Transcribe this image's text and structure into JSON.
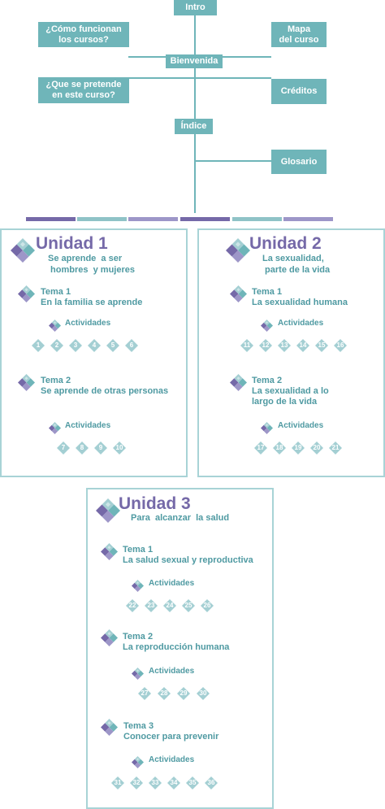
{
  "nav": {
    "intro": "Intro",
    "como": "¿Cómo funcionan\nlos cursos?",
    "mapa": "Mapa\ndel curso",
    "bienvenida": "Bienvenida",
    "pretende": "¿Que se pretende\nen este curso?",
    "creditos": "Créditos",
    "indice": "Índice",
    "glosario": "Glosario"
  },
  "colors": {
    "teal": "#6fb5b9",
    "purple": "#7569a8",
    "lightteal": "#a4cfd3",
    "border": "#a8d3d6"
  },
  "units": [
    {
      "title": "Unidad 1",
      "subtitle": "Se aprende  a ser\n hombres  y mujeres",
      "topics": [
        {
          "title": "Tema 1\nEn la familia se aprende",
          "activities_label": "Actividades",
          "activities": [
            "1",
            "2",
            "3",
            "4",
            "5",
            "6"
          ]
        },
        {
          "title": "Tema 2\nSe aprende de otras personas",
          "activities_label": "Actividades",
          "activities": [
            "7",
            "8",
            "9",
            "10"
          ]
        }
      ]
    },
    {
      "title": "Unidad 2",
      "subtitle": "La sexualidad,\n parte de la vida",
      "topics": [
        {
          "title": "Tema 1\nLa sexualidad humana",
          "activities_label": "Actividades",
          "activities": [
            "11",
            "12",
            "13",
            "14",
            "15",
            "16"
          ]
        },
        {
          "title": "Tema 2\nLa sexualidad a lo\nlargo de la vida",
          "activities_label": "Actividades",
          "activities": [
            "17",
            "18",
            "19",
            "20",
            "21"
          ]
        }
      ]
    },
    {
      "title": "Unidad 3",
      "subtitle": "Para  alcanzar  la salud",
      "topics": [
        {
          "title": "Tema 1\nLa salud sexual y reproductiva",
          "activities_label": "Actividades",
          "activities": [
            "22",
            "23",
            "24",
            "25",
            "26"
          ]
        },
        {
          "title": "Tema 2\nLa reproducción humana",
          "activities_label": "Actividades",
          "activities": [
            "27",
            "28",
            "29",
            "30"
          ]
        },
        {
          "title": "Tema 3\nConocer para prevenir",
          "activities_label": "Actividades",
          "activities": [
            "31",
            "32",
            "33",
            "34",
            "35",
            "36"
          ]
        }
      ]
    }
  ]
}
